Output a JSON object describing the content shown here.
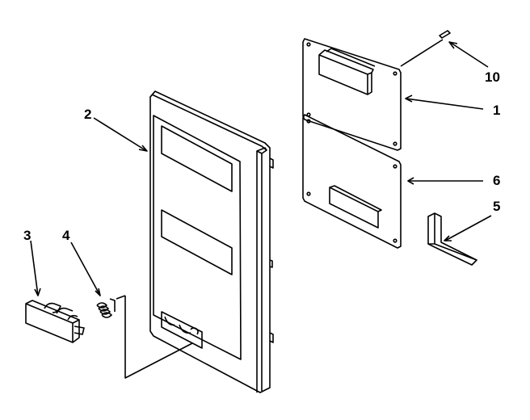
{
  "diagram": {
    "labels": {
      "door": "2",
      "button": "3",
      "spring": "4",
      "screw": "10",
      "control_panel_upper": "1",
      "control_panel_lower": "6",
      "bracket": "5"
    },
    "colors": {
      "line": "#000000",
      "background": "#ffffff"
    }
  }
}
